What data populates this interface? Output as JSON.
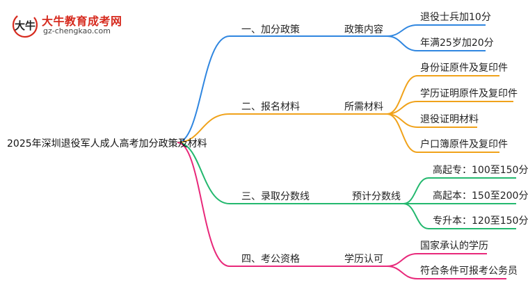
{
  "logo": {
    "name": "大牛教育成考网",
    "url": "gz-chengkao.com",
    "mark_text": "大牛"
  },
  "root": "2025年深圳退役军人成人高考加分政策及材料",
  "branches": [
    {
      "label": "一、加分政策",
      "sub": "政策内容",
      "color": "#2f86e0",
      "leaves": [
        "退役士兵加10分",
        "年满25岁加20分"
      ]
    },
    {
      "label": "二、报名材料",
      "sub": "所需材料",
      "color": "#f0a21a",
      "leaves": [
        "身份证原件及复印件",
        "学历证明原件及复印件",
        "退役证明材料",
        "户口簿原件及复印件"
      ]
    },
    {
      "label": "三、录取分数线",
      "sub": "预计分数线",
      "color": "#23b86e",
      "leaves": [
        "高起专：100至150分",
        "高起本：150至200分",
        "专升本：120至150分"
      ]
    },
    {
      "label": "四、考公资格",
      "sub": "学历认可",
      "color": "#e8287a",
      "leaves": [
        "国家承认的学历",
        "符合条件可报考公务员"
      ]
    }
  ]
}
